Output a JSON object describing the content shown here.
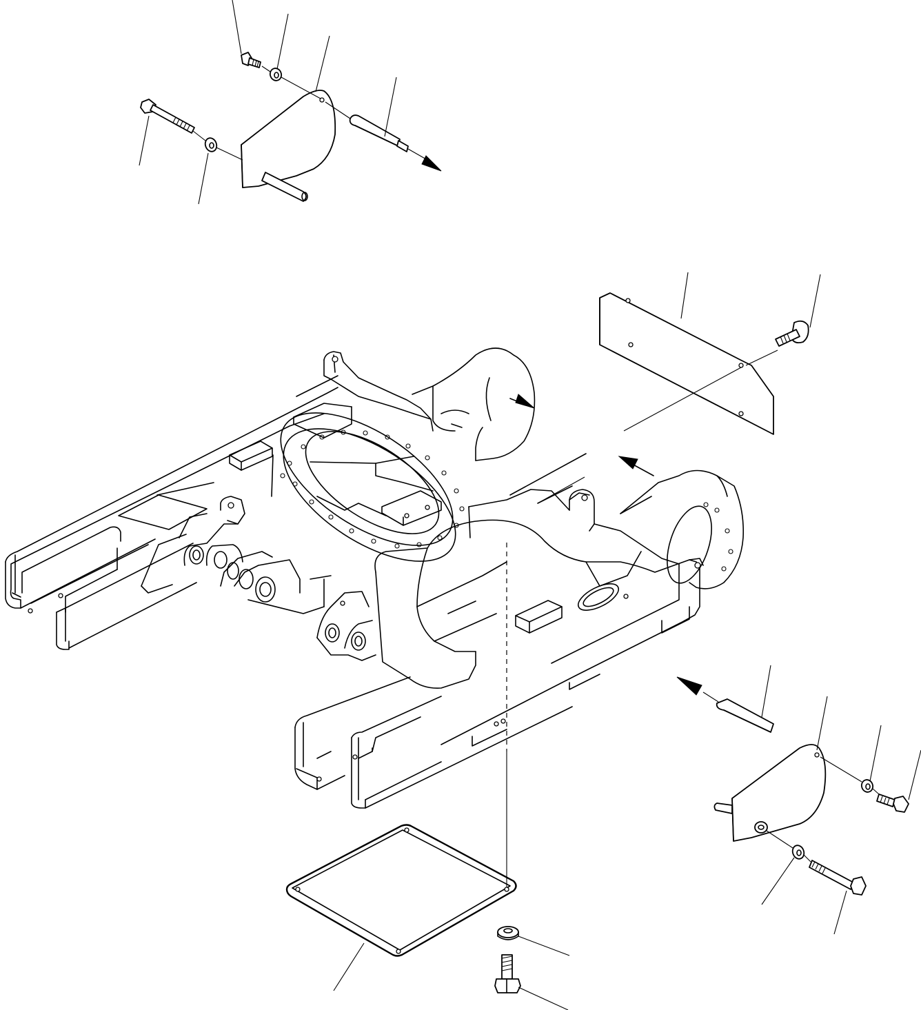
{
  "diagram": {
    "colors": {
      "line": "#000000",
      "background": "#ffffff"
    },
    "parts": [
      {
        "id": "track-frame",
        "kind": "frame"
      },
      {
        "id": "front-left-cover-plate",
        "kind": "cover-plate"
      },
      {
        "id": "front-left-bolt",
        "kind": "bolt"
      },
      {
        "id": "front-left-washer",
        "kind": "washer"
      },
      {
        "id": "front-left-long-bolt",
        "kind": "bolt"
      },
      {
        "id": "front-left-washer-2",
        "kind": "washer"
      },
      {
        "id": "front-left-pin",
        "kind": "pin"
      },
      {
        "id": "side-cover-plate",
        "kind": "cover-plate"
      },
      {
        "id": "side-cover-bolt",
        "kind": "bolt"
      },
      {
        "id": "rear-right-cover-plate",
        "kind": "cover-plate"
      },
      {
        "id": "rear-right-pin",
        "kind": "pin"
      },
      {
        "id": "rear-right-washer",
        "kind": "washer"
      },
      {
        "id": "rear-right-bolt",
        "kind": "bolt"
      },
      {
        "id": "rear-right-washer-2",
        "kind": "washer"
      },
      {
        "id": "rear-right-long-bolt",
        "kind": "bolt"
      },
      {
        "id": "under-cover-plate",
        "kind": "cover-plate"
      },
      {
        "id": "under-cover-washer",
        "kind": "washer"
      },
      {
        "id": "under-cover-bolt",
        "kind": "bolt"
      }
    ]
  }
}
